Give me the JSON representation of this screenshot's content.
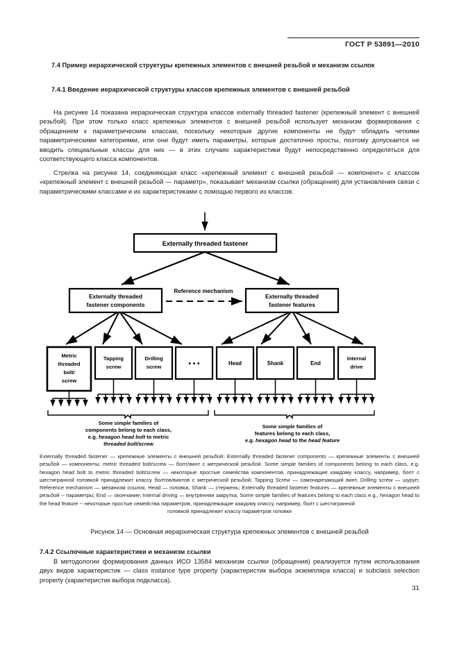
{
  "header": {
    "standard": "ГОСТ Р 53891—2010"
  },
  "sections": {
    "s74_title": "7.4 Пример иерархической структуры крепежных элементов с внешней резьбой и механизм ссылок",
    "s741_title": "7.4.1 Введение иерархической структуры классов крепежных элементов с внешней резьбой",
    "s741_p1": "На рисунке 14 показана иерархическая структура классов externally threaded fastener (крепежный элемент с внешней резьбой). При этом только класс крепежных элементов с внешней резьбой использует механизм формирования с обращением к параметрическим классам, поскольку некоторые другие компоненты не будут обладать четкими параметрическими категориями, или они будут иметь параметры, которые достаточно просты, поэтому допускается не вводить специальные классы для них — в этих случаях характеристики будут непосредственно определяться для соответствующего класса компонентов.",
    "s741_p2": "Стрелка на рисунке 14, соединяющая класс «крепежный элемент с внешней резьбой — компонент» с классом «крепежный элемент с внешней резьбой — параметр», показывает механизм ссылки (обращения) для установления связи с параметрическими классами и их характеристиками с помощью первого из классов.",
    "s742_title": "7.4.2 Ссылочные характеристики и механизм ссылки",
    "s742_p1": "В методологии формирования данных ИСО 13584 механизм ссылки (обращения) реализуется путем использования двух видов характеристик — class instance type property (характеристик выбора экземпляра класса) и subclass selection property (характеристик выбора подкласса)."
  },
  "figure": {
    "root": "Externally threaded fastener",
    "level2": [
      "Externally threaded fastener components",
      "Externally threaded fastener features"
    ],
    "reference_label": "Reference mechanism",
    "level3_left": [
      "Metric threaded bolt/ screw",
      "Tapping screw",
      "Drilling screw",
      "• • •"
    ],
    "level3_right": [
      "Head",
      "Shank",
      "End",
      "Internal drive"
    ],
    "bracket_left": {
      "line1": "Some simple families of",
      "line2": "components belong to each class,",
      "line3_pre": "e.g. ",
      "line3_em": "hexagon head bolt",
      "line3_post": " to metric",
      "line4_em": "threaded bolt/screw"
    },
    "bracket_right": {
      "line1": "Some simple families of",
      "line2": "features belong to each class,",
      "line3_pre": "e.g. ",
      "line3_em1": "hexagon head",
      "line3_mid": " to the ",
      "line3_em2": "head feature"
    },
    "caption": "Рисунок 14 — Основная иерархическая структура крепежных элементов с внешней резьбой",
    "notes": "Externally threaded fastener — крепежные элементы с внешней резьбой; Externally threaded fastener components — крепежные элементы с внешней резьбой — компоненты; metric threaded bolt/screw — болт/винт с метрической резьбой. Some simple families of components belong to each class, e.g. hexagon head bolt to metric threaded bolt/screw — некоторые простые семейства компонентов, принадлежащие каждому классу, например, болт с шестигранной головкой принадлежит классу болтов/винтов с метрической резьбой; Tapping Screw — самонарезающий винт, Drilling screw — шуруп; Reference mechanism — механизм ссылок, Head — головка, Shank — стержень; Externally threaded fastener features — крепежные элементы с внешней резьбой -- параметры; End — окончание; Internal driving — внутренняя закрутка; Some simple families of features belong to each class e.g., hexagon head to the",
    "notes_tail": "head feature -- некоторые простые семейства параметров, принадлежащие каждому классу, например, болт с шестигранной",
    "notes_last": "головкой принадлежит классу параметров головки"
  },
  "footer": {
    "page_number": "31"
  },
  "colors": {
    "ink": "#1a1a1a",
    "rule": "#000000",
    "paper": "#ffffff"
  }
}
